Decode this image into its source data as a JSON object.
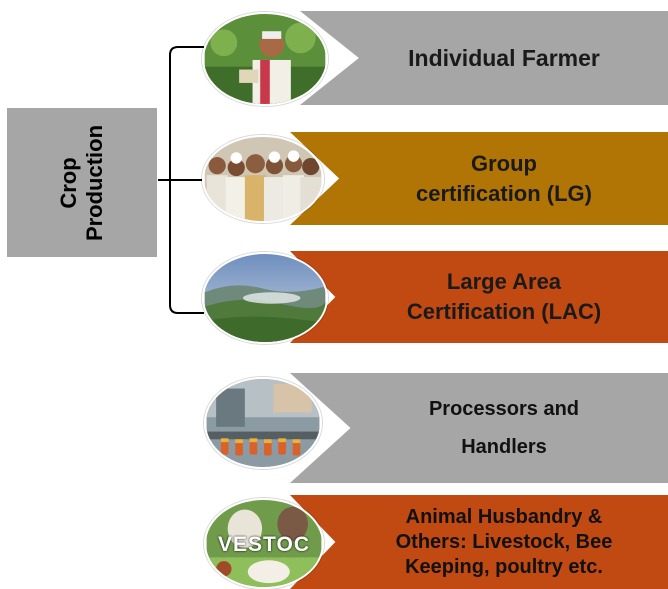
{
  "diagram": {
    "root": {
      "label_line1": "Crop",
      "label_line2": "Production",
      "color": "#a6a6a6"
    },
    "items": [
      {
        "lines": [
          "Individual Farmer"
        ],
        "color": "#a6a6a6",
        "image": "farmer-photo"
      },
      {
        "lines": [
          "Group",
          "certification (LG)"
        ],
        "color": "#b07505",
        "image": "farmer-group-photo"
      },
      {
        "lines": [
          "Large Area",
          "Certification (LAC)"
        ],
        "color": "#c04a12",
        "image": "landscape-photo"
      },
      {
        "lines": [
          "Processors and",
          "Handlers"
        ],
        "color": "#a6a6a6",
        "image": "processing-line-photo"
      },
      {
        "lines": [
          "Animal Husbandry &",
          "Others: Livestock, Bee",
          "Keeping, poultry etc."
        ],
        "color": "#c04a12",
        "image": "livestock-photo"
      }
    ],
    "livestock_photo_text": "VESTOC"
  }
}
